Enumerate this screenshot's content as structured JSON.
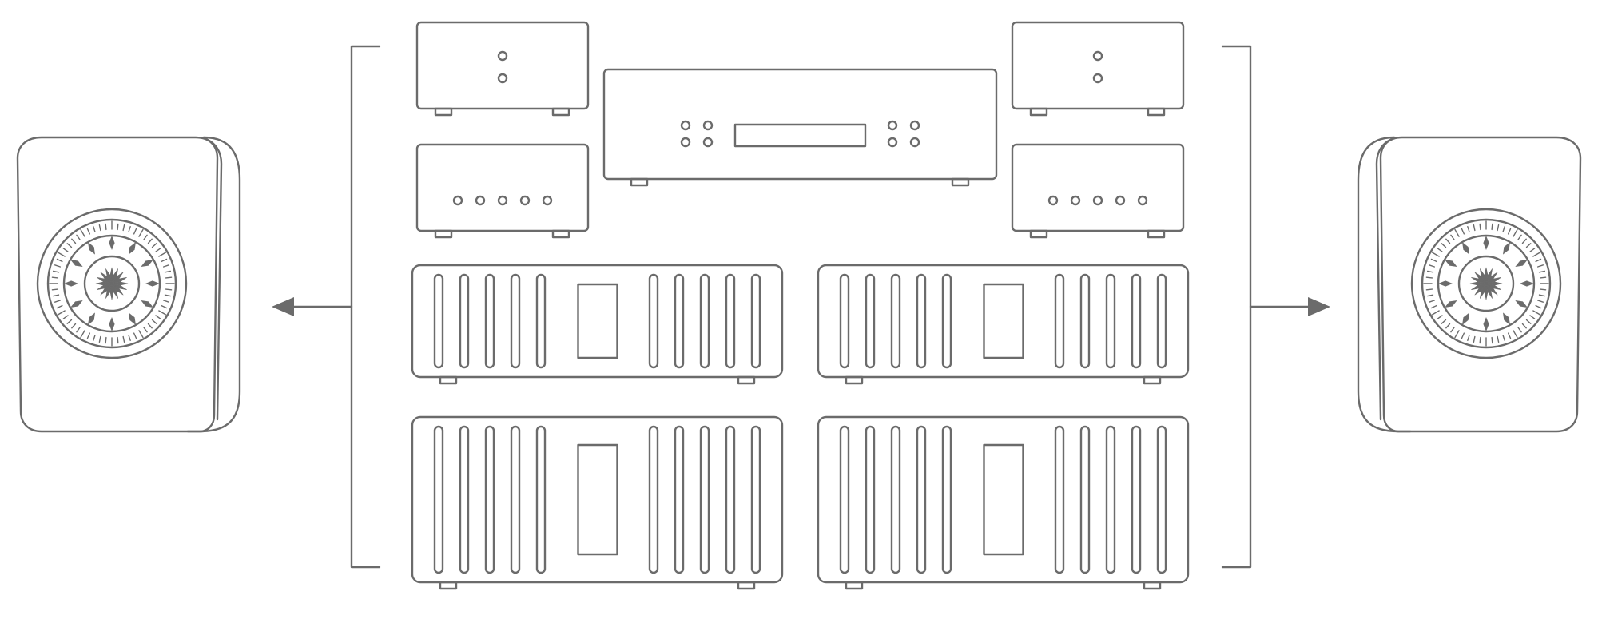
{
  "diagram": {
    "description_visible_text": "",
    "colors": {
      "stroke": "#6b6b6b",
      "fill": "#ffffff",
      "accent": "#6b6b6b"
    },
    "components": [
      {
        "id": "left-speaker",
        "kind": "speaker-left"
      },
      {
        "id": "right-speaker",
        "kind": "speaker-right"
      },
      {
        "id": "top-left-box-upper",
        "kind": "small-unit-2-knobs"
      },
      {
        "id": "top-left-box-lower",
        "kind": "small-unit-5-knobs"
      },
      {
        "id": "top-right-box-upper",
        "kind": "small-unit-2-knobs"
      },
      {
        "id": "top-right-box-lower",
        "kind": "small-unit-5-knobs"
      },
      {
        "id": "center-player",
        "kind": "cd-player"
      },
      {
        "id": "amp-row1-left",
        "kind": "amplifier"
      },
      {
        "id": "amp-row1-right",
        "kind": "amplifier"
      },
      {
        "id": "amp-row2-left",
        "kind": "amplifier-tall"
      },
      {
        "id": "amp-row2-right",
        "kind": "amplifier-tall"
      }
    ]
  }
}
